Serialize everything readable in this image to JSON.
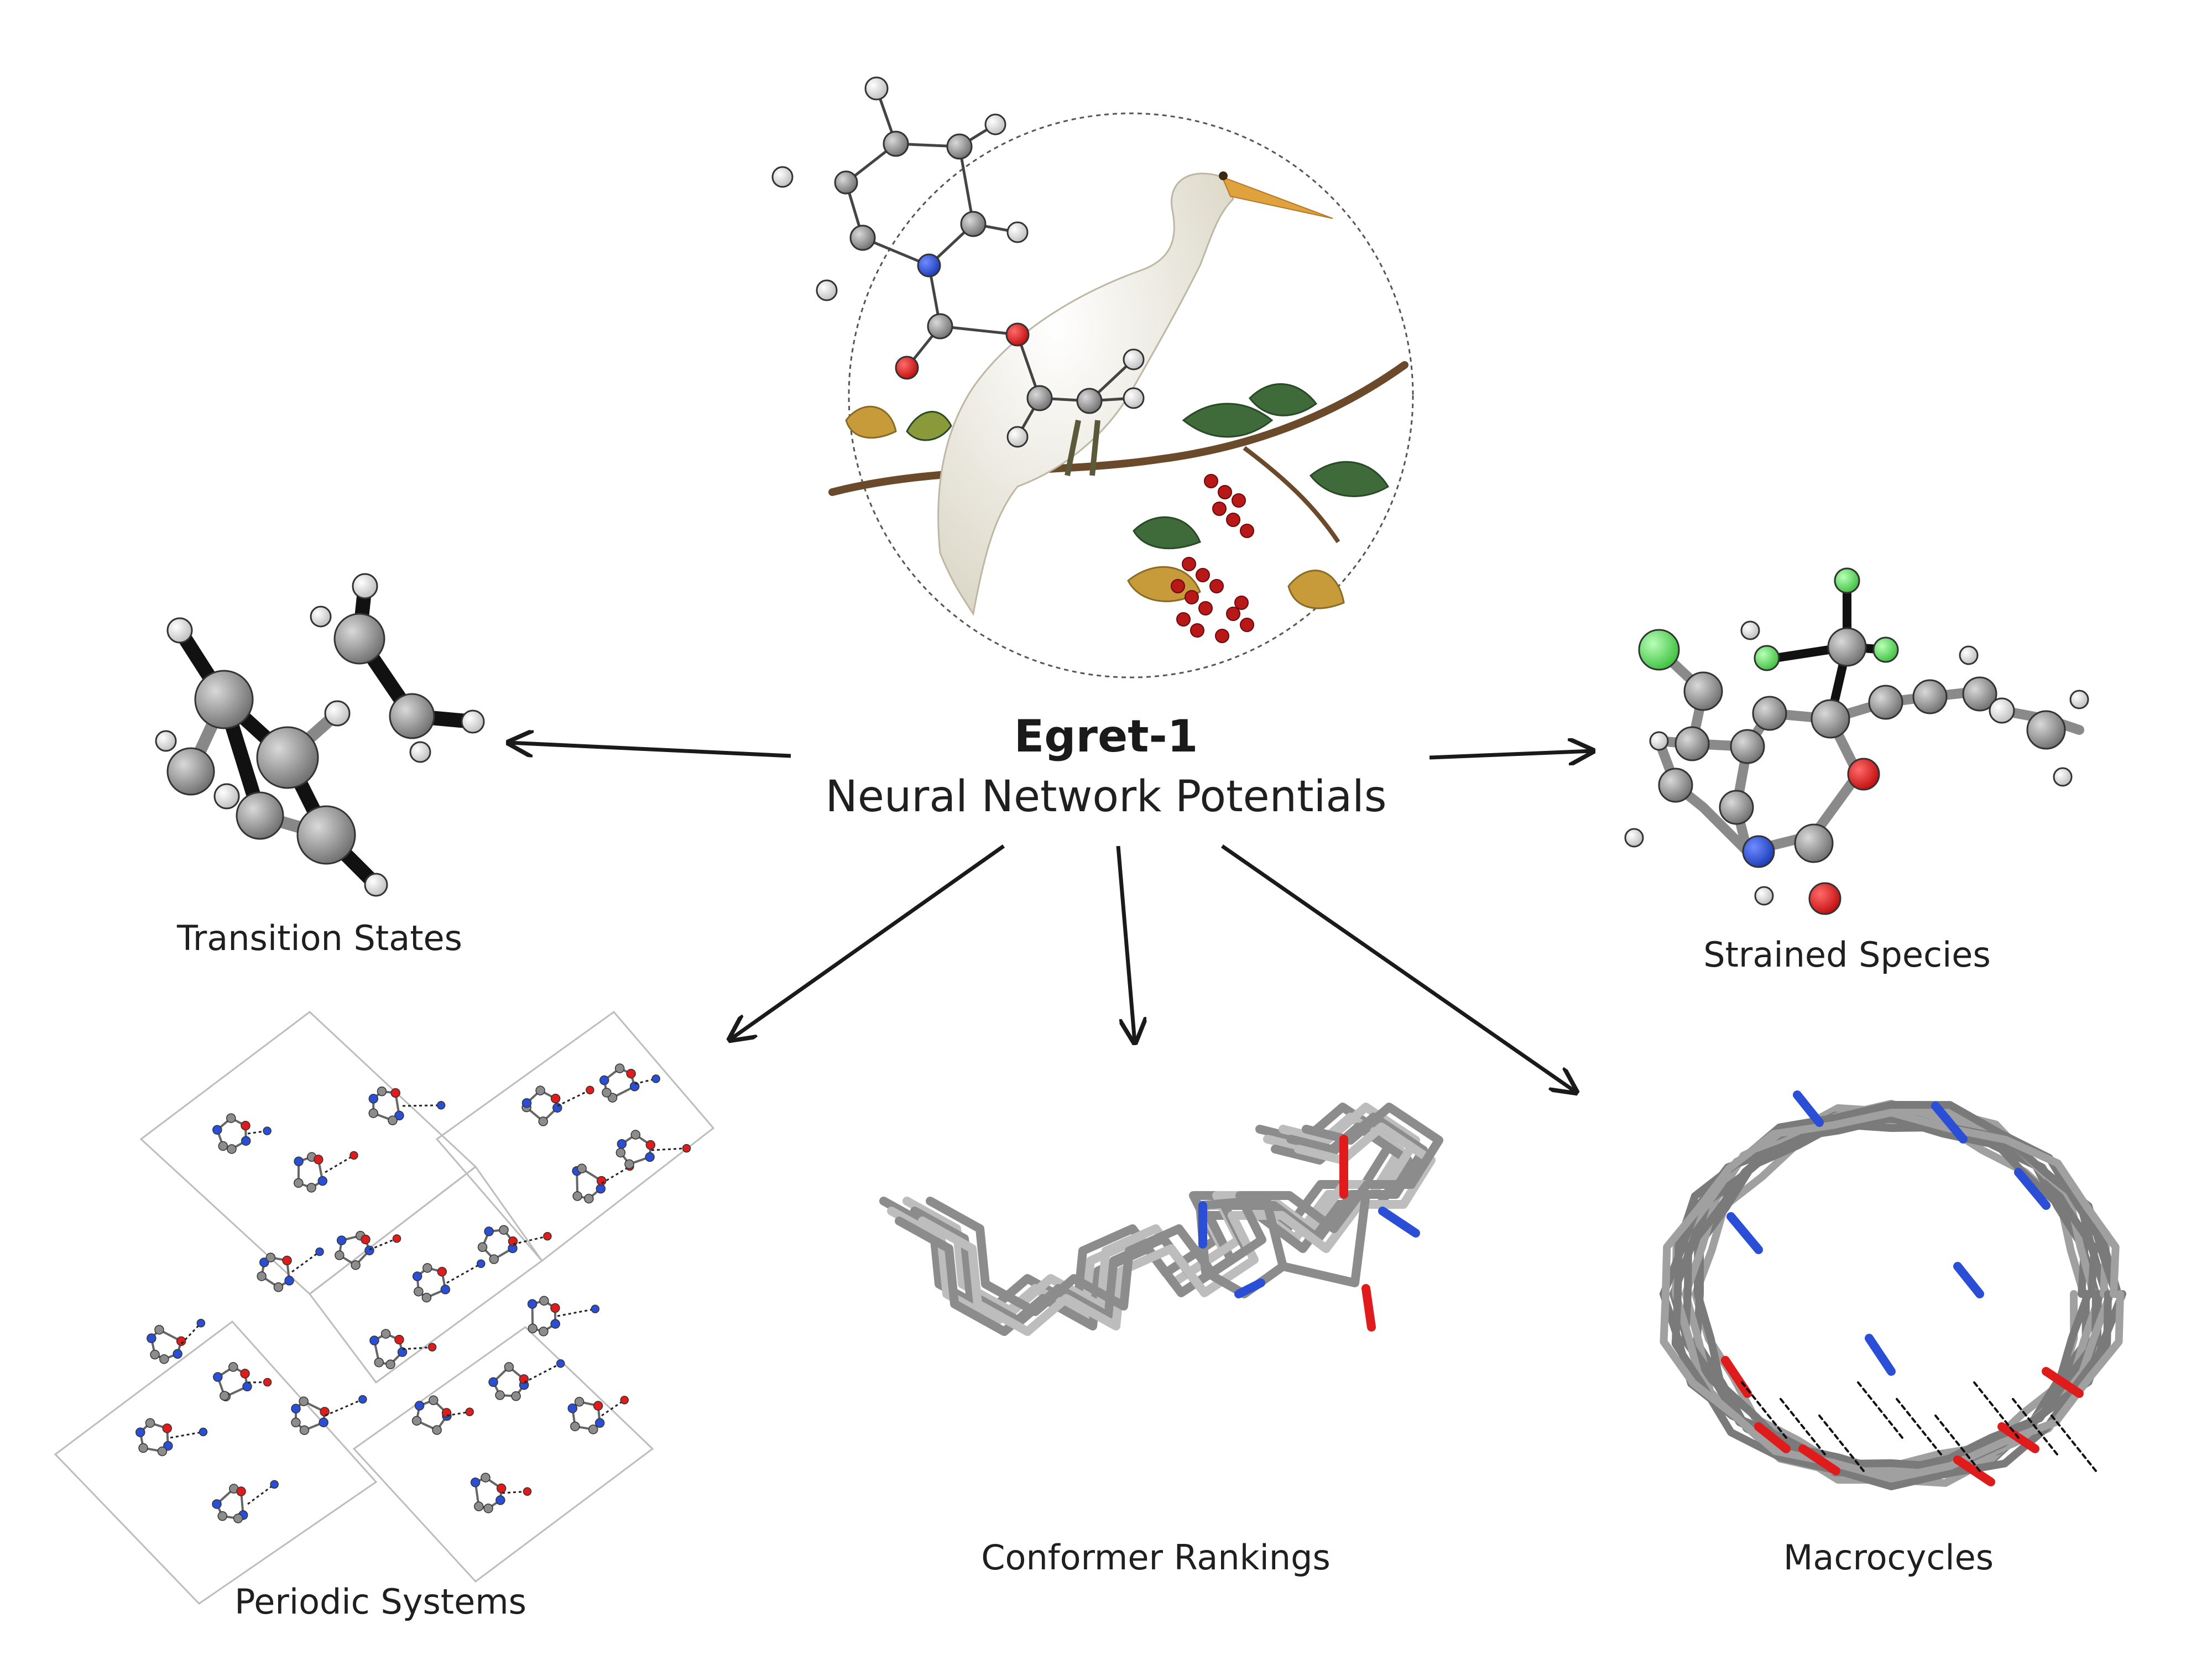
{
  "center": {
    "title": "Egret-1",
    "subtitle": "Neural Network Potentials",
    "emblem": "egret-on-branch-with-molecule-overlay"
  },
  "applications": [
    {
      "key": "transition_states",
      "label": "Transition States",
      "graphic": "ball-and-stick-molecule"
    },
    {
      "key": "strained_species",
      "label": "Strained Species",
      "graphic": "ball-and-stick-molecule"
    },
    {
      "key": "periodic_systems",
      "label": "Periodic Systems",
      "graphic": "crystal-lattice"
    },
    {
      "key": "conformer_rankings",
      "label": "Conformer Rankings",
      "graphic": "overlaid-stick-conformers"
    },
    {
      "key": "macrocycles",
      "label": "Macrocycles",
      "graphic": "overlaid-stick-macrocycles"
    }
  ],
  "colors": {
    "carbon": "#8c8c8c",
    "nitrogen": "#2a4fd6",
    "oxygen": "#e01b1b",
    "chlorine": "#6ee06e",
    "hydrogen": "#f2f2f2",
    "bond": "#1a1a1a",
    "arrow": "#1a1a1a"
  }
}
